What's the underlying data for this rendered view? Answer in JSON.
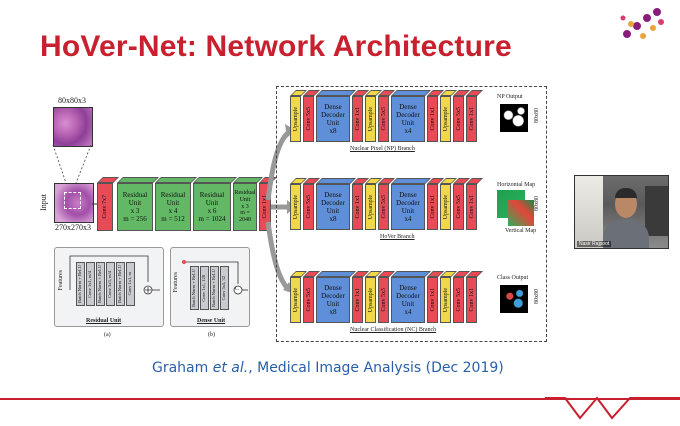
{
  "slide": {
    "title": "HoVer-Net: Network Architecture",
    "citation_author": "Graham ",
    "citation_etal": "et al.",
    "citation_rest": ", Medical Image Analysis (Dec 2019)",
    "accent_color": "#c8202e",
    "citation_color": "#2a5fa8"
  },
  "input": {
    "patch_label": "80x80x3",
    "input_label": "Input",
    "size_label": "270x270x3"
  },
  "encoder": {
    "conv_first": "Conv 7x7",
    "units": [
      {
        "title": "Residual Unit",
        "repeat": "x 3",
        "m": "m = 256"
      },
      {
        "title": "Residual Unit",
        "repeat": "x 4",
        "m": "m = 512"
      },
      {
        "title": "Residual Unit",
        "repeat": "x 6",
        "m": "m = 1024"
      },
      {
        "title": "Residual Unit",
        "repeat": "x 3",
        "m": "m = 2048"
      }
    ],
    "conv_last": "Conv 1x1"
  },
  "branches": [
    {
      "caption": "Nuclear Pixel (NP) Branch",
      "output_label": "NP Output",
      "output_size": "80x80",
      "blocks": [
        "Upsample",
        "Conv 5x5",
        "Dense Decoder Unit x8",
        "Conv 1x1",
        "Upsample",
        "Conv 5x5",
        "Dense Decoder Unit x4",
        "Conv 1x1",
        "Upsample",
        "Conv 5x5",
        "Conv 1x1"
      ]
    },
    {
      "caption": "HoVer Branch",
      "output_label": "Horizontal Map",
      "output_label2": "Vertical Map",
      "output_size": "80x80",
      "blocks": [
        "Upsample",
        "Conv 5x5",
        "Dense Decoder Unit x8",
        "Conv 1x1",
        "Upsample",
        "Conv 5x5",
        "Dense Decoder Unit x4",
        "Conv 1x1",
        "Upsample",
        "Conv 5x5",
        "Conv 1x1"
      ]
    },
    {
      "caption": "Nuclear Classification (NC) Branch",
      "output_label": "Class Output",
      "output_size": "80x80",
      "blocks": [
        "Upsample",
        "Conv 5x5",
        "Dense Decoder Unit x8",
        "Conv 1x1",
        "Upsample",
        "Conv 5x5",
        "Dense Decoder Unit x4",
        "Conv 1x1",
        "Upsample",
        "Conv 5x5",
        "Conv 1x1"
      ]
    }
  ],
  "residual_diagram": {
    "features": "Features",
    "layers": [
      "Batch Norm + ReLU",
      "Conv 1x1, m/4",
      "Batch Norm + ReLU",
      "Conv 3x3, m/4",
      "Batch Norm + ReLU",
      "Conv 1x1, m"
    ],
    "caption": "Residual Unit",
    "sub": "(a)"
  },
  "dense_diagram": {
    "features": "Features",
    "layers": [
      "Batch Norm + ReLU",
      "Conv 1x1, 128",
      "Batch Norm + ReLU",
      "Conv 5x5, 32"
    ],
    "caption": "Dense Unit",
    "sub": "(b)",
    "concat_symbol": "C"
  },
  "decoder_unit": {
    "line1": "Dense",
    "line2": "Decoder",
    "line3": "Unit"
  },
  "video": {
    "name": "Nasir Rajpoot"
  }
}
